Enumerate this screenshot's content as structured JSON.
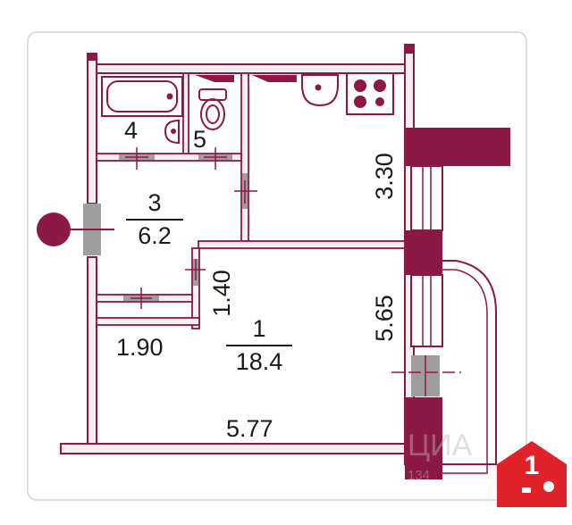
{
  "rooms": [
    {
      "number": "1",
      "area": "18.4"
    },
    {
      "number": "3",
      "area": "6.2"
    },
    {
      "number": "4"
    },
    {
      "number": "5"
    }
  ],
  "dimensions": {
    "kitchen_depth": "3.30",
    "hall_width": "1.40",
    "bay_width": "1.90",
    "room_depth": "5.65",
    "room_width": "5.77"
  },
  "watermark": {
    "brand": "ЦИА",
    "phone": "134"
  },
  "marker": {
    "number": "1"
  },
  "colors": {
    "wall": "#8c1846",
    "wall_light": "#f7eef2",
    "door": "#9e9e9e",
    "marker": "#e0232b",
    "frame": "#d9d0d5"
  },
  "icons": [
    "bathtub-icon",
    "toilet-icon",
    "sink-icon",
    "stove-icon",
    "entrance-icon",
    "location-marker-icon"
  ]
}
